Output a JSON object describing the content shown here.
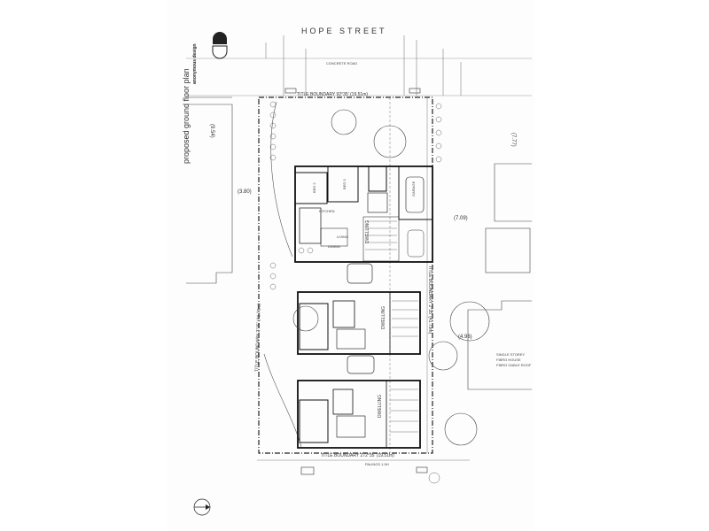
{
  "street_name": "HOPE STREET",
  "plan_title": "proposed ground floor plan",
  "firm_name": "anonymous design",
  "boundaries": {
    "top": "TITLE BOUNDARY 92°35' (19.51m)",
    "side": "TITLE BOUNDARY 2°35' (41.73m)",
    "right": "TITLE BOUNDARY 2°35' (41.73m)",
    "bottom": "TITLE BOUNDARY 272°35' (19.51m)"
  },
  "labels": {
    "dwelling": "DWELLING",
    "bed2": "BED 2",
    "bed3": "BED 3",
    "garage": "GARAGE",
    "kitchen": "KITCHEN",
    "living": "LIVING",
    "dining": "DINING",
    "neighbour": "SINGLE STOREY FIBRO HOUSE FIBRO GABLE ROOF",
    "dim_left": "(3.80)",
    "dim_right": "(7.09)",
    "dim_right2": "(4.96)",
    "dim_top_left": "(9.54)",
    "dim_top_right": "(7.77)",
    "concrete_road": "CONCRETE ROAD",
    "garage_label": "GARAGE",
    "palings": "PALINGS 1.5H"
  },
  "colors": {
    "line": "#2a2a2a",
    "light_line": "#8a8a8a",
    "wall": "#111111"
  }
}
